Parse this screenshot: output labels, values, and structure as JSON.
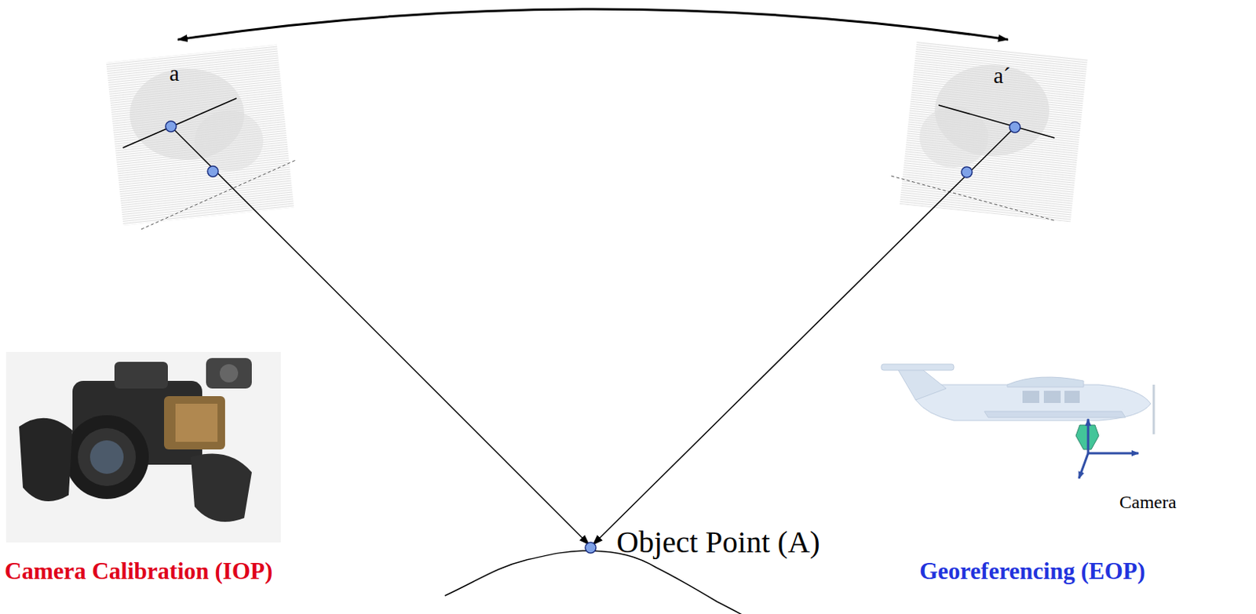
{
  "diagram": {
    "labels": [
      "a",
      "a´",
      "Object Point (A)",
      "Camera Calibration (IOP)",
      "Camera",
      "Georeferencing (EOP)"
    ]
  }
}
